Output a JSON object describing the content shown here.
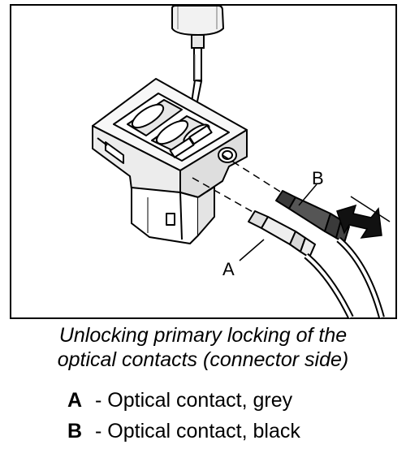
{
  "figure": {
    "labels": {
      "a": "A",
      "b": "B"
    }
  },
  "caption": {
    "line1": "Unlocking primary locking of the",
    "line2": "optical contacts (connector side)"
  },
  "legend": [
    {
      "key": "A",
      "text": "- Optical contact, grey"
    },
    {
      "key": "B",
      "text": "- Optical contact, black"
    }
  ]
}
